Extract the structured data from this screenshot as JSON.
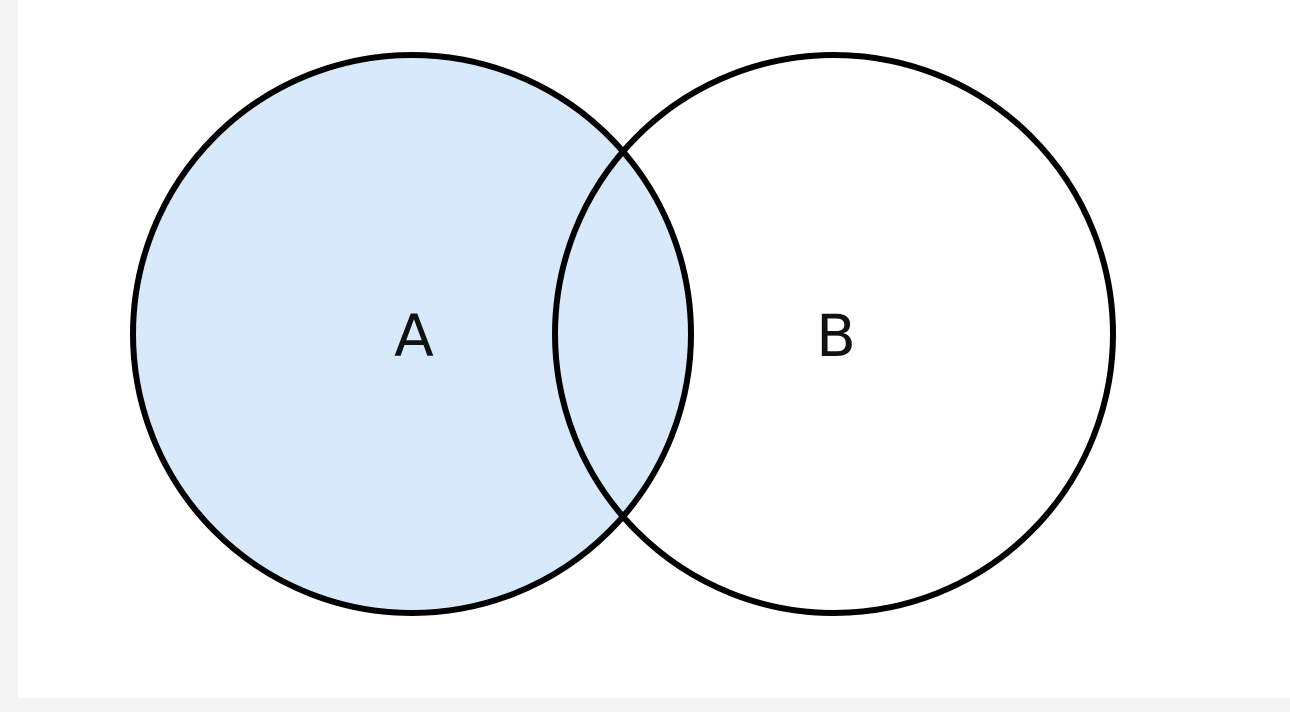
{
  "diagram": {
    "type": "venn",
    "sets": [
      {
        "id": "A",
        "label": "A",
        "shaded": true
      },
      {
        "id": "B",
        "label": "B",
        "shaded": false
      }
    ],
    "intersection_shaded": true,
    "shaded_region": "A",
    "colors": {
      "shade": "#d8e9fb",
      "outline": "#000000",
      "background": "#ffffff"
    }
  }
}
